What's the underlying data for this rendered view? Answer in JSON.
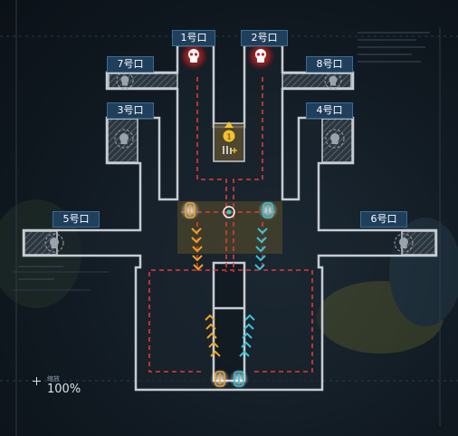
{
  "gates": {
    "g1": "1号口",
    "g2": "2号口",
    "g3": "3号口",
    "g4": "4号口",
    "g5": "5号口",
    "g6": "6号口",
    "g7": "7号口",
    "g8": "8号口"
  },
  "objective": {
    "number": "1"
  },
  "hud": {
    "zoom_caption": "缩放",
    "zoom_value": "100%"
  },
  "colors": {
    "wall": "#c7ccd2",
    "dashed_red": "#e23a3a",
    "enemy_red": "#e83a3a",
    "unit_orange": "#f0a323",
    "unit_cyan": "#35c6d6",
    "gate_label_bg": "#1f3f5c",
    "objective_gold": "#f2c12e"
  },
  "icons": {
    "enemy_spawn": "skull-icon",
    "inactive_spawn": "skull-icon",
    "objective": "flag-icon",
    "operator": "operator-icon"
  }
}
